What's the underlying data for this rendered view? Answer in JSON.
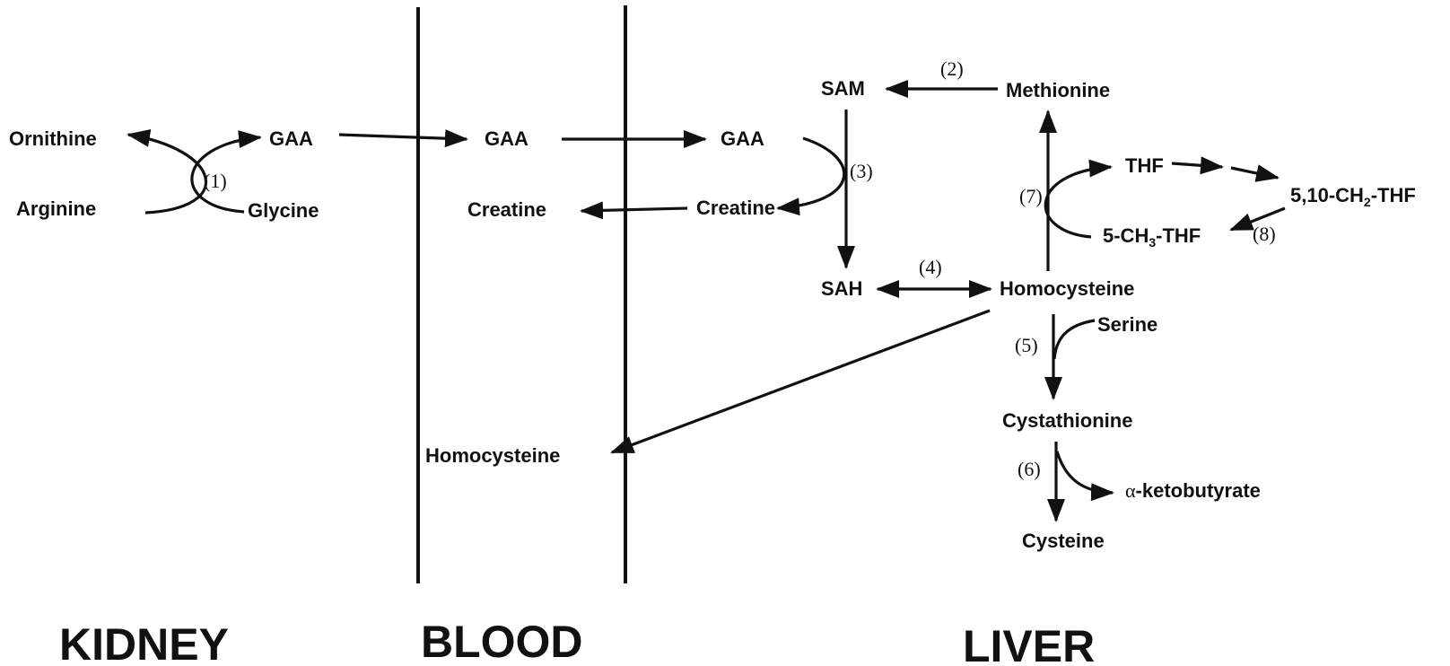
{
  "regions": {
    "kidney": "KIDNEY",
    "blood": "BLOOD",
    "liver": "LIVER"
  },
  "kidney": {
    "ornithine": "Ornithine",
    "arginine": "Arginine",
    "gaa": "GAA",
    "glycine": "Glycine",
    "step1": "(1)"
  },
  "blood": {
    "gaa": "GAA",
    "creatine": "Creatine",
    "homocysteine": "Homocysteine"
  },
  "liver": {
    "gaa": "GAA",
    "creatine": "Creatine",
    "sam": "SAM",
    "methionine": "Methionine",
    "sah": "SAH",
    "homocysteine": "Homocysteine",
    "serine": "Serine",
    "cystathionine": "Cystathionine",
    "cysteine": "Cysteine",
    "alpha": "α",
    "ketobutyrate": "-ketobutyrate",
    "thf": "THF",
    "methylene_thf": {
      "pre": "5,10-CH",
      "sub": "2",
      "post": "-THF"
    },
    "methyl_thf": {
      "pre": "5-CH",
      "sub": "3",
      "post": "-THF"
    },
    "steps": {
      "s2": "(2)",
      "s3": "(3)",
      "s4": "(4)",
      "s5": "(5)",
      "s6": "(6)",
      "s7": "(7)",
      "s8": "(8)"
    }
  },
  "colors": {
    "ink": "#111111",
    "background": "#ffffff"
  }
}
